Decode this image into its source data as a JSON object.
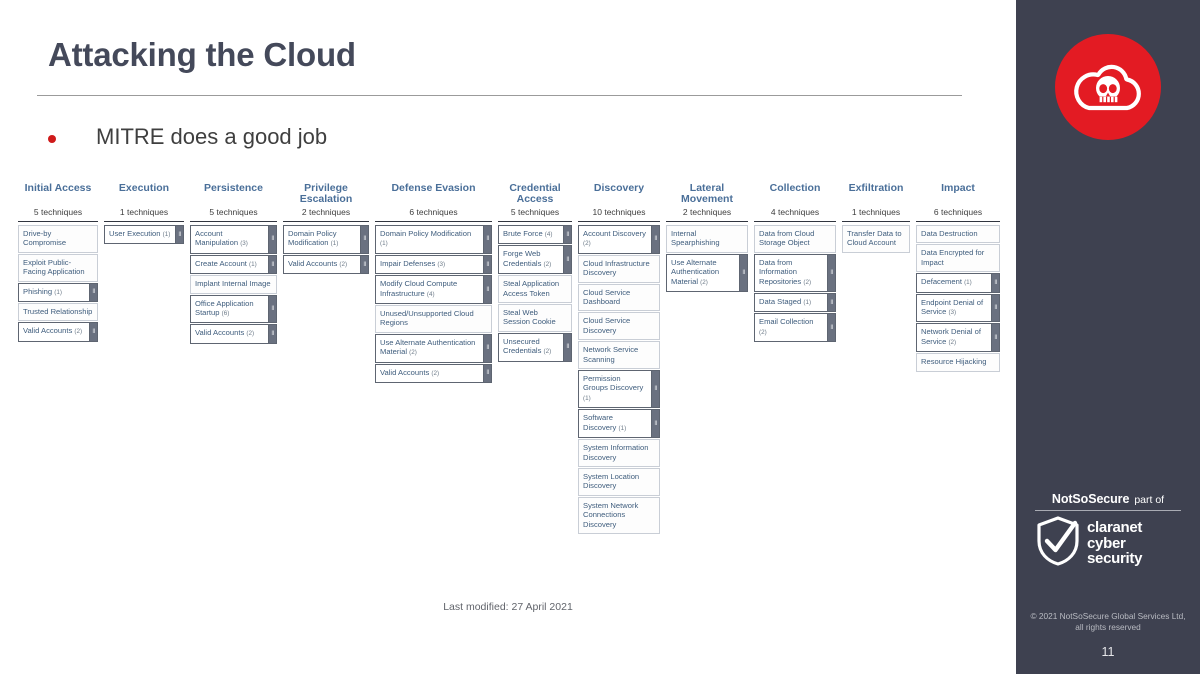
{
  "slide": {
    "title": "Attacking the Cloud",
    "bullets": [
      "MITRE does a good job"
    ],
    "footer_note": "Last modified: 27 April 2021"
  },
  "sidebar": {
    "logo_icon": "cloud-skull-logo-icon",
    "brand_primary": "NotSoSecure",
    "brand_connector": "part of",
    "brand_secondary_line1": "claranet",
    "brand_secondary_line2": "cyber",
    "brand_secondary_line3": "security",
    "shield_icon": "shield-check-icon",
    "copyright": "© 2021 NotSoSecure Global Services Ltd, all rights reserved",
    "page_number": "11",
    "colors": {
      "sidebar_bg": "#3e4150",
      "logo_red": "#e31b23",
      "bullet_red": "#cf1a1a",
      "title_slate": "#44495a",
      "matrix_header_blue": "#4a6f99",
      "matrix_cell_text": "#3f5d7d",
      "sub_tab_gray": "#6a7180"
    }
  },
  "matrix": {
    "sub_tab_glyph": "II",
    "columns": [
      {
        "tactic": "Initial Access",
        "count_label": "5 techniques",
        "width": 80,
        "techniques": [
          {
            "name": "Drive-by Compromise",
            "sub_count": null
          },
          {
            "name": "Exploit Public-Facing Application",
            "sub_count": null
          },
          {
            "name": "Phishing",
            "sub_count": "(1)"
          },
          {
            "name": "Trusted Relationship",
            "sub_count": null
          },
          {
            "name": "Valid Accounts",
            "sub_count": "(2)"
          }
        ]
      },
      {
        "tactic": "Execution",
        "count_label": "1 techniques",
        "width": 80,
        "techniques": [
          {
            "name": "User Execution",
            "sub_count": "(1)"
          }
        ]
      },
      {
        "tactic": "Persistence",
        "count_label": "5 techniques",
        "width": 87,
        "techniques": [
          {
            "name": "Account Manipulation",
            "sub_count": "(3)"
          },
          {
            "name": "Create Account",
            "sub_count": "(1)"
          },
          {
            "name": "Implant Internal Image",
            "sub_count": null
          },
          {
            "name": "Office Application Startup",
            "sub_count": "(6)"
          },
          {
            "name": "Valid Accounts",
            "sub_count": "(2)"
          }
        ]
      },
      {
        "tactic": "Privilege Escalation",
        "count_label": "2 techniques",
        "width": 86,
        "techniques": [
          {
            "name": "Domain Policy Modification",
            "sub_count": "(1)"
          },
          {
            "name": "Valid Accounts",
            "sub_count": "(2)"
          }
        ]
      },
      {
        "tactic": "Defense Evasion",
        "count_label": "6 techniques",
        "width": 117,
        "techniques": [
          {
            "name": "Domain Policy Modification",
            "sub_count": "(1)"
          },
          {
            "name": "Impair Defenses",
            "sub_count": "(3)"
          },
          {
            "name": "Modify Cloud Compute Infrastructure",
            "sub_count": "(4)"
          },
          {
            "name": "Unused/Unsupported Cloud Regions",
            "sub_count": null
          },
          {
            "name": "Use Alternate Authentication Material",
            "sub_count": "(2)"
          },
          {
            "name": "Valid Accounts",
            "sub_count": "(2)"
          }
        ]
      },
      {
        "tactic": "Credential Access",
        "count_label": "5 techniques",
        "width": 74,
        "techniques": [
          {
            "name": "Brute Force",
            "sub_count": "(4)"
          },
          {
            "name": "Forge Web Credentials",
            "sub_count": "(2)"
          },
          {
            "name": "Steal Application Access Token",
            "sub_count": null
          },
          {
            "name": "Steal Web Session Cookie",
            "sub_count": null
          },
          {
            "name": "Unsecured Credentials",
            "sub_count": "(2)"
          }
        ]
      },
      {
        "tactic": "Discovery",
        "count_label": "10 techniques",
        "width": 82,
        "techniques": [
          {
            "name": "Account Discovery",
            "sub_count": "(2)"
          },
          {
            "name": "Cloud Infrastructure Discovery",
            "sub_count": null
          },
          {
            "name": "Cloud Service Dashboard",
            "sub_count": null
          },
          {
            "name": "Cloud Service Discovery",
            "sub_count": null
          },
          {
            "name": "Network Service Scanning",
            "sub_count": null
          },
          {
            "name": "Permission Groups Discovery",
            "sub_count": "(1)"
          },
          {
            "name": "Software Discovery",
            "sub_count": "(1)"
          },
          {
            "name": "System Information Discovery",
            "sub_count": null
          },
          {
            "name": "System Location Discovery",
            "sub_count": null
          },
          {
            "name": "System Network Connections Discovery",
            "sub_count": null
          }
        ]
      },
      {
        "tactic": "Lateral Movement",
        "count_label": "2 techniques",
        "width": 82,
        "techniques": [
          {
            "name": "Internal Spearphishing",
            "sub_count": null
          },
          {
            "name": "Use Alternate Authentication Material",
            "sub_count": "(2)"
          }
        ]
      },
      {
        "tactic": "Collection",
        "count_label": "4 techniques",
        "width": 82,
        "techniques": [
          {
            "name": "Data from Cloud Storage Object",
            "sub_count": null
          },
          {
            "name": "Data from Information Repositories",
            "sub_count": "(2)"
          },
          {
            "name": "Data Staged",
            "sub_count": "(1)"
          },
          {
            "name": "Email Collection",
            "sub_count": "(2)"
          }
        ]
      },
      {
        "tactic": "Exfiltration",
        "count_label": "1 techniques",
        "width": 68,
        "techniques": [
          {
            "name": "Transfer Data to Cloud Account",
            "sub_count": null
          }
        ]
      },
      {
        "tactic": "Impact",
        "count_label": "6 techniques",
        "width": 84,
        "techniques": [
          {
            "name": "Data Destruction",
            "sub_count": null
          },
          {
            "name": "Data Encrypted for Impact",
            "sub_count": null
          },
          {
            "name": "Defacement",
            "sub_count": "(1)"
          },
          {
            "name": "Endpoint Denial of Service",
            "sub_count": "(3)"
          },
          {
            "name": "Network Denial of Service",
            "sub_count": "(2)"
          },
          {
            "name": "Resource Hijacking",
            "sub_count": null
          }
        ]
      }
    ]
  }
}
